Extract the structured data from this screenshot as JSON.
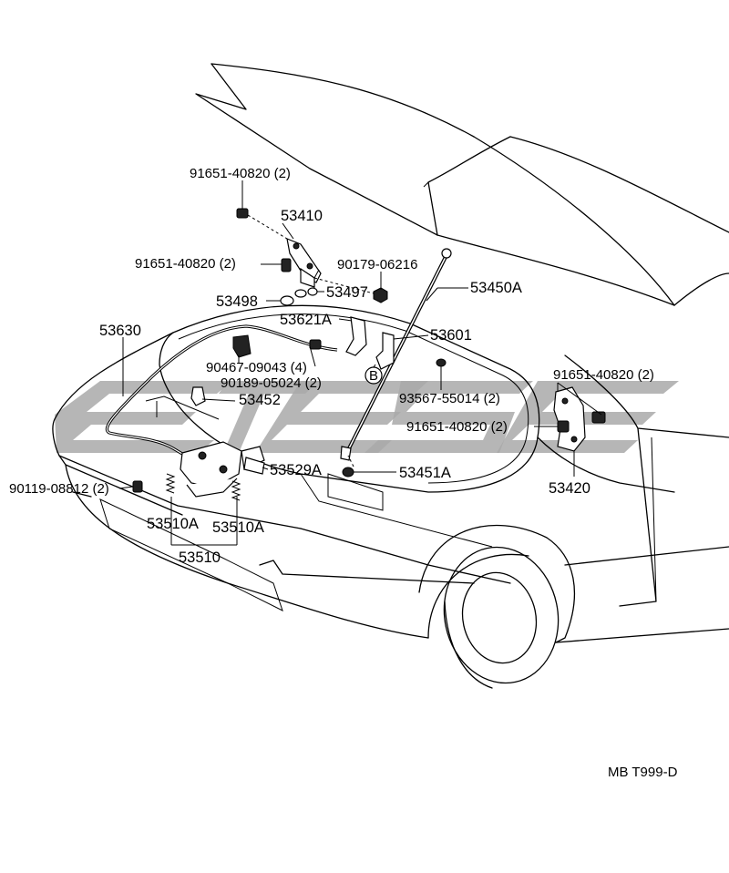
{
  "diagram": {
    "parts": {
      "bolt_top": "91651-40820 (2)",
      "hinge_lh": "53410",
      "bolt_hinge_lh": "91651-40820 (2)",
      "nut_90179": "90179-06216",
      "stay_rod": "53450A",
      "cushion_53498": "53498",
      "retainer_53497": "53497",
      "release_lever": "53621A",
      "stay_holder": "53601",
      "release_cable": "53630",
      "clamp_90467": "90467-09043 (4)",
      "clip_90189": "90189-05024 (2)",
      "ref_marker": "B",
      "grommet_93567": "93567-55014 (2)",
      "bolt_hinge_rh_upper": "91651-40820 (2)",
      "bolt_hinge_rh_lower": "91651-40820 (2)",
      "hinge_rh": "53420",
      "cushion_53452": "53452",
      "lock_bracket": "53529A",
      "stay_grommet": "53451A",
      "bolt_90119": "90119-08812 (2)",
      "spring_left": "53510A",
      "spring_right": "53510A",
      "hood_lock": "53510"
    },
    "diagram_code": "MB T999-D"
  }
}
